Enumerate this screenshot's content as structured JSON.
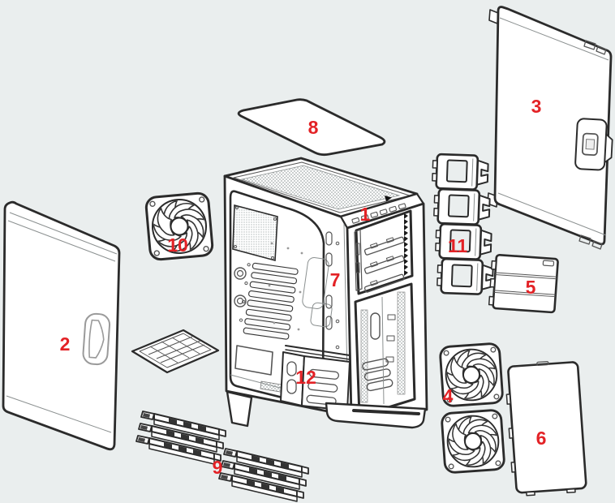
{
  "diagram": {
    "background_color": "#eaeeee",
    "line_color": "#2b2b2b",
    "label_color": "#e32226",
    "callouts": [
      {
        "id": "1",
        "part": "top-front-io-bay-area"
      },
      {
        "id": "2",
        "part": "left-side-panel"
      },
      {
        "id": "3",
        "part": "right-side-panel"
      },
      {
        "id": "4",
        "part": "front-fans"
      },
      {
        "id": "5",
        "part": "drive-bay-cover"
      },
      {
        "id": "6",
        "part": "front-lower-panel"
      },
      {
        "id": "7",
        "part": "chassis-front-frame"
      },
      {
        "id": "8",
        "part": "top-cover"
      },
      {
        "id": "9",
        "part": "hdd-mounting-rails"
      },
      {
        "id": "10",
        "part": "rear-fan"
      },
      {
        "id": "11",
        "part": "odd-bay-adapters"
      },
      {
        "id": "12",
        "part": "hdd-cage"
      }
    ]
  }
}
